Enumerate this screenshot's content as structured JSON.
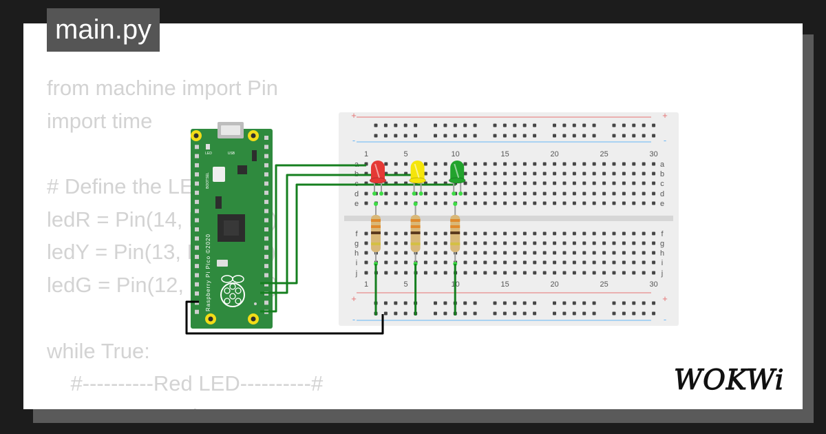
{
  "file_tab": {
    "label": "main.py"
  },
  "code": {
    "lines": [
      "from machine import Pin",
      "import time",
      "",
      "# Define the LEDs",
      "ledR = Pin(14, Pin.OUT)",
      "ledY = Pin(13, Pin.OUT)",
      "ledG = Pin(12, Pin.OUT)",
      "",
      "while True:",
      "    #----------Red LED----------#",
      "    # Turn on red LED"
    ]
  },
  "pico": {
    "label_led": "LED",
    "label_usb": "USB",
    "label_bootsel": "BOOTSEL",
    "label_brand": "Raspberry Pi Pico ©2020"
  },
  "breadboard": {
    "column_numbers": [
      "1",
      "5",
      "10",
      "15",
      "20",
      "25",
      "30"
    ],
    "rows_top": [
      "a",
      "b",
      "c",
      "d",
      "e"
    ],
    "rows_bottom": [
      "f",
      "g",
      "h",
      "i",
      "j"
    ],
    "rail_plus": "+",
    "rail_minus": "-"
  },
  "leds": [
    {
      "name": "red",
      "color": "#e53935"
    },
    {
      "name": "yellow",
      "color": "#f5e50a"
    },
    {
      "name": "green",
      "color": "#22a32d"
    }
  ],
  "colors": {
    "board_green": "#2f8a3e",
    "wire_green": "#157f1f",
    "wire_black": "#000000",
    "pad_yellow": "#f2dc18",
    "breadboard_bg": "#eeeeee"
  },
  "logo": {
    "text": "WOKWi"
  }
}
